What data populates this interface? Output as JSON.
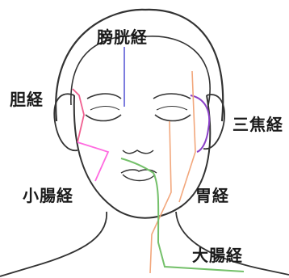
{
  "meridians": [
    {
      "key": "bladder",
      "label": "膀胱経",
      "color": "#5b5bd6"
    },
    {
      "key": "gallbladder",
      "label": "胆経",
      "color": "#f06090"
    },
    {
      "key": "triple_burner",
      "label": "三焦経",
      "color": "#8a3fc7"
    },
    {
      "key": "small_intestine",
      "label": "小腸経",
      "color": "#ff6be0"
    },
    {
      "key": "stomach",
      "label": "胃経",
      "color": "#f2a77c"
    },
    {
      "key": "large_intestine",
      "label": "大腸経",
      "color": "#74c06a"
    }
  ],
  "colors": {
    "outline": "#333333",
    "background": "#ffffff"
  }
}
